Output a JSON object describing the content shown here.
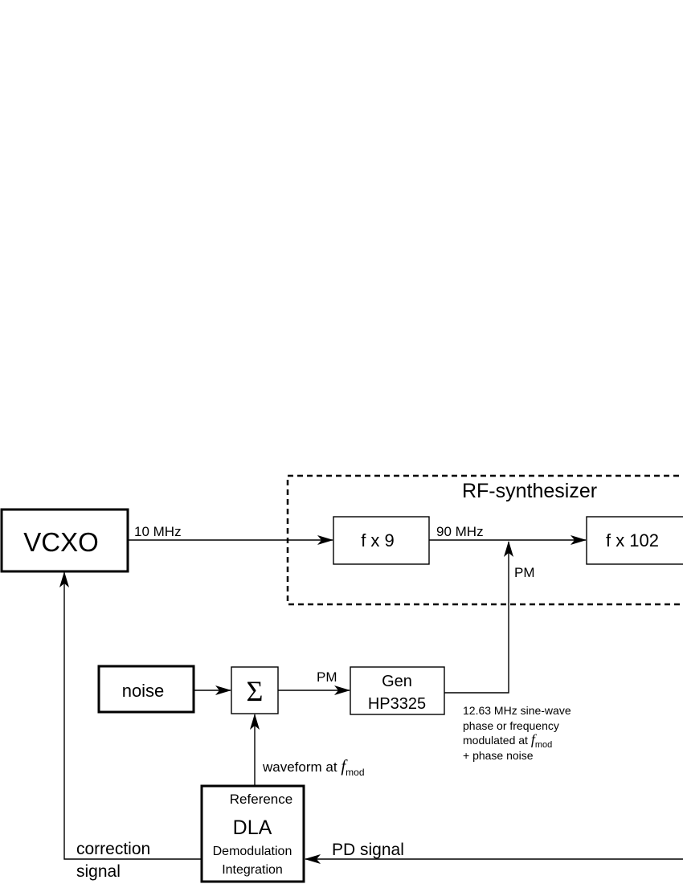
{
  "blocks": {
    "vcxo": "VCXO",
    "fx9": "f x 9",
    "fx102": "f x 102",
    "noise": "noise",
    "sum": "Σ",
    "gen_line1": "Gen",
    "gen_line2": "HP3325",
    "dla_reference": "Reference",
    "dla_title": "DLA",
    "dla_line1": "Demodulation",
    "dla_line2": "Integration"
  },
  "group": {
    "rf_synth": "RF-synthesizer"
  },
  "signals": {
    "vcxo_out": "10 MHz",
    "fx9_out": "90 MHz",
    "pm_into_synth": "PM",
    "pm_into_gen": "PM",
    "waveform_prefix": "waveform at ",
    "f_symbol": "f",
    "mod_subscript": "mod",
    "gen_note_line1": "12.63 MHz sine-wave",
    "gen_note_line2": "phase or frequency",
    "gen_note_line3_prefix": "modulated at ",
    "gen_note_line4": "+ phase noise",
    "correction_line1": "correction",
    "correction_line2": "signal",
    "pd_signal": "PD signal"
  },
  "colors": {
    "stroke": "#000000",
    "background": "#ffffff"
  }
}
